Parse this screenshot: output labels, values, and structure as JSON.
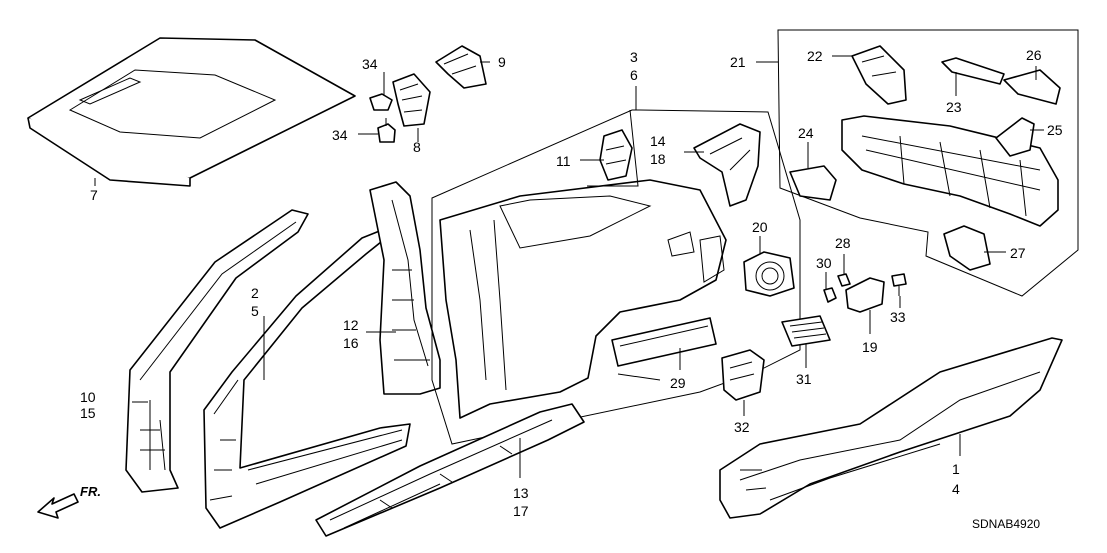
{
  "diagram": {
    "code": "SDNAB4920",
    "front_marker": "FR.",
    "callouts": {
      "c1": "1",
      "c2": "2",
      "c3": "3",
      "c4": "4",
      "c5": "5",
      "c6": "6",
      "c7": "7",
      "c8": "8",
      "c9": "9",
      "c10": "10",
      "c11": "11",
      "c12": "12",
      "c13": "13",
      "c14": "14",
      "c15": "15",
      "c16": "16",
      "c17": "17",
      "c18": "18",
      "c19": "19",
      "c20": "20",
      "c21": "21",
      "c22": "22",
      "c23": "23",
      "c24": "24",
      "c25": "25",
      "c26": "26",
      "c27": "27",
      "c28": "28",
      "c29": "29",
      "c30": "30",
      "c31": "31",
      "c32": "32",
      "c33": "33",
      "c34a": "34",
      "c34b": "34"
    }
  }
}
